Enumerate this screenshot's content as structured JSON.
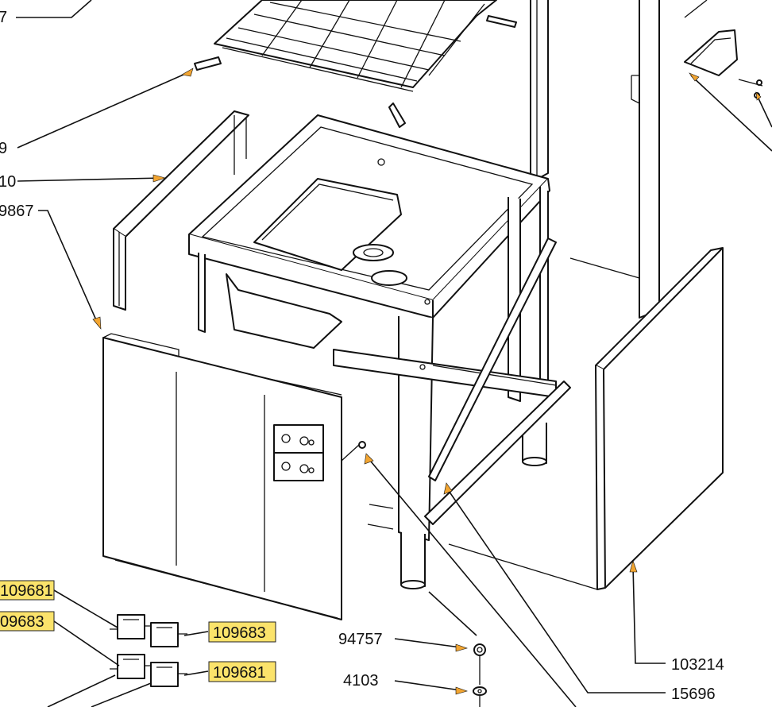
{
  "labels": {
    "c7": "7",
    "c9": "9",
    "c10": "10",
    "c109867": "9867",
    "c109681a": "109681",
    "c109683a": "09683",
    "c109683b": "109683",
    "c109681b": "109681",
    "c94757": "94757",
    "c4103": "4103",
    "c103214": "103214",
    "c15696": "15696"
  },
  "colors": {
    "highlight": "#fbe36b",
    "arrow": "#f2a531",
    "line": "#111111"
  }
}
